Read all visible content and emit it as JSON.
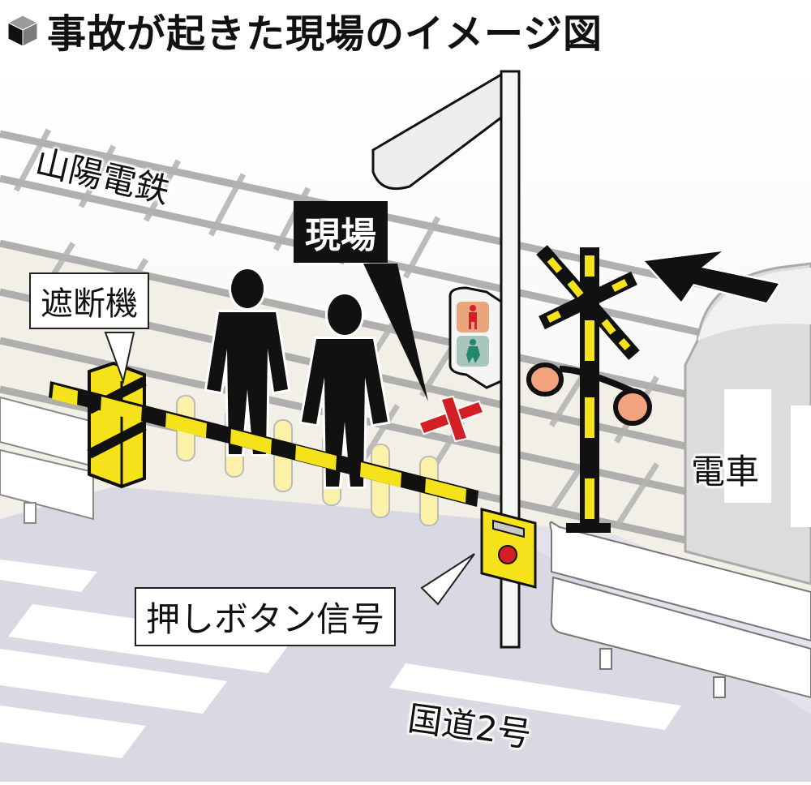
{
  "title": {
    "icon": "cube-icon",
    "text": "事故が起きた現場のイメージ図"
  },
  "labels": {
    "railway": "山陽電鉄",
    "scene_marker": "現場",
    "crossing_gate": "遮断機",
    "train": "電車",
    "push_button_signal": "押しボタン信号",
    "road": "国道2号"
  },
  "markers": {
    "accident_point": "red-x-icon",
    "train_direction": "arrow-left-up-icon"
  },
  "colors": {
    "warning_yellow": "#f5e21b",
    "black": "#111111",
    "accident_red": "#d21f26",
    "signal_red_bg": "#e9a67c",
    "signal_green_bg": "#a9c6be",
    "signal_red_fig": "#d3202a",
    "signal_green_fig": "#1e8a6a",
    "road_gray": "#d9d9e3",
    "ground_beige": "#f2efe6",
    "rail_gray": "#9a9a9a",
    "lamp_orange": "#f2a27c"
  }
}
